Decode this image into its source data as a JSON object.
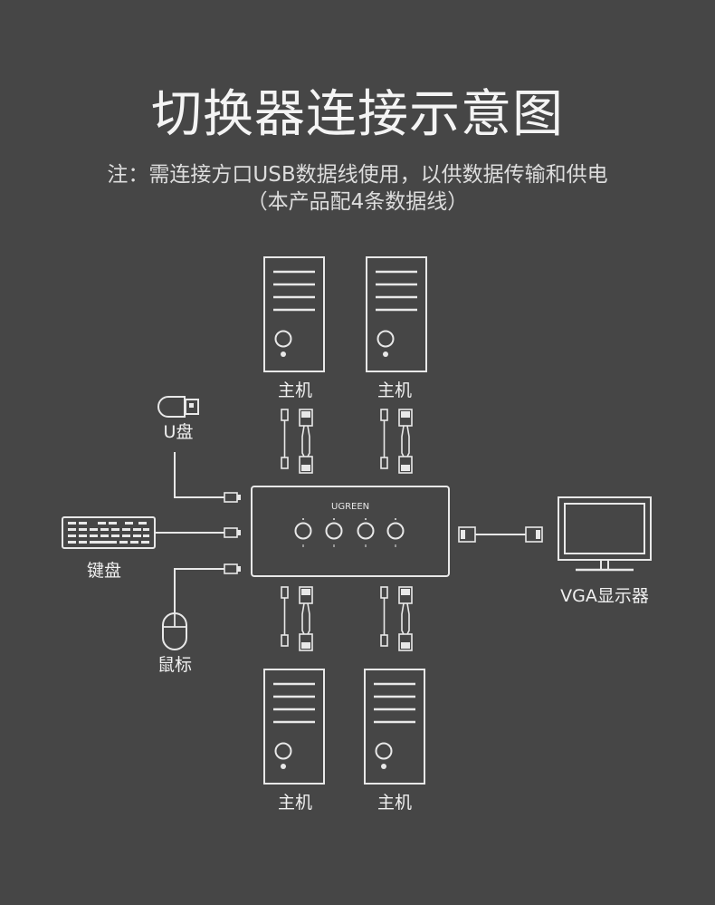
{
  "title": "切换器连接示意图",
  "note_line1": "注：需连接方口USB数据线使用，以供数据传输和供电",
  "note_line2": "（本产品配4条数据线）",
  "labels": {
    "host_top_left": "主机",
    "host_top_right": "主机",
    "host_bottom_left": "主机",
    "host_bottom_right": "主机",
    "usb_drive": "U盘",
    "keyboard": "键盘",
    "mouse": "鼠标",
    "monitor": "VGA显示器"
  },
  "switch_brand": "UGREEN",
  "colors": {
    "background": "#464646",
    "line": "#e8e8e8"
  }
}
